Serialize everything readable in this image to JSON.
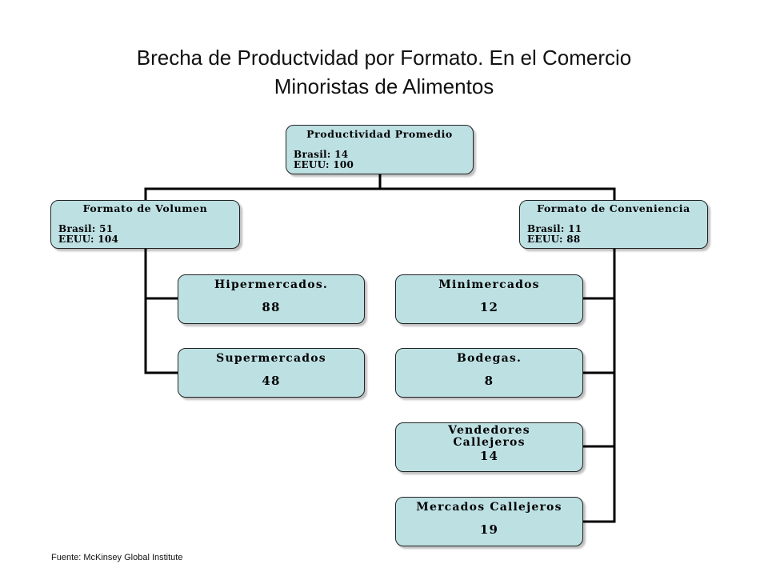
{
  "title": {
    "line1": "Brecha de Productvidad por Formato. En el Comercio",
    "line2": "Minoristas de Alimentos"
  },
  "root": {
    "label": "Productividad Promedio",
    "brasil": "Brasil: 14",
    "eeuu": "EEUU: 100"
  },
  "volume": {
    "label": "Formato de Volumen",
    "brasil": "Brasil:  51",
    "eeuu": "EEUU:  104",
    "children": [
      {
        "label": "Hipermercados.",
        "value": "88"
      },
      {
        "label": "Supermercados",
        "value": "48"
      }
    ]
  },
  "convenience": {
    "label": "Formato de Conveniencia",
    "brasil": "Brasil:  11",
    "eeuu": "EEUU:  88",
    "children": [
      {
        "label": "Minimercados",
        "value": "12"
      },
      {
        "label": "Bodegas.",
        "value": "8"
      },
      {
        "label": "Vendedores",
        "label2": "Callejeros",
        "value": "14"
      },
      {
        "label": "Mercados Callejeros",
        "value": "19"
      }
    ]
  },
  "source": "Fuente: McKinsey Global Institute",
  "colors": {
    "box_fill": "#bde0e3",
    "connector": "#000000"
  }
}
